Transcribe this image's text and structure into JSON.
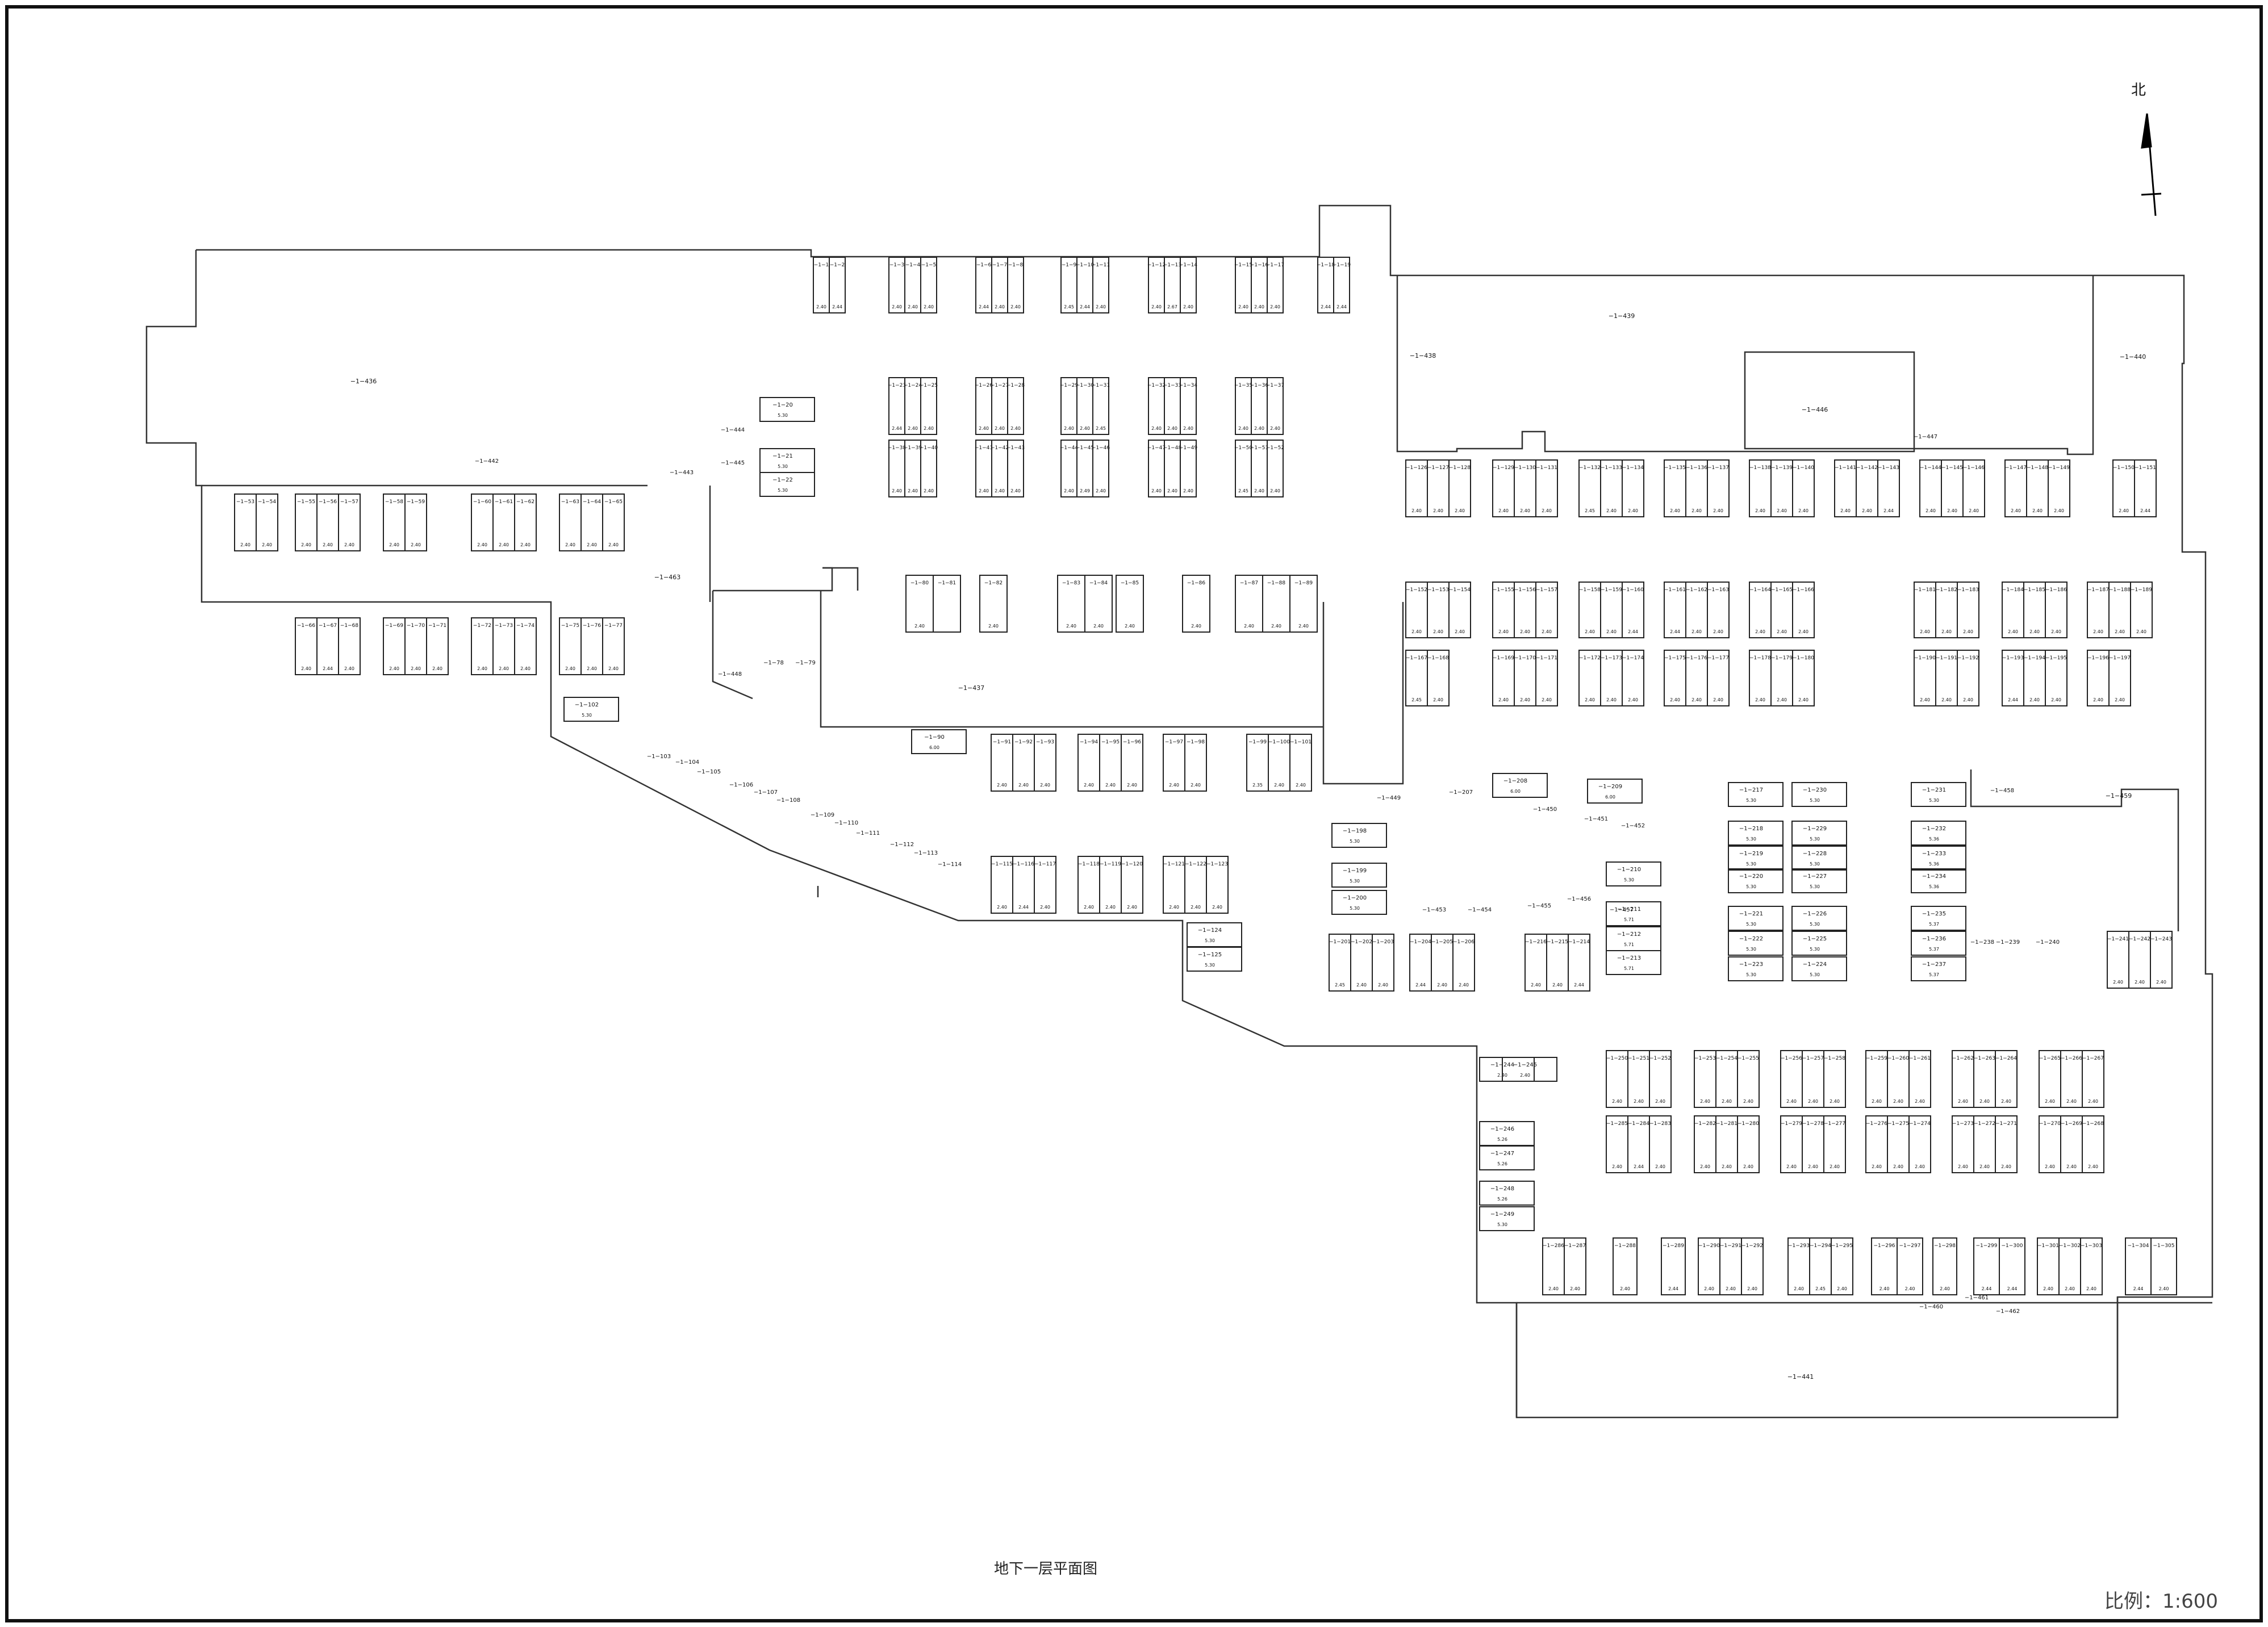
{
  "drawing": {
    "title": "地下一层平面图",
    "scale": "比例：1:600",
    "north": "北"
  },
  "areas": [
    {
      "label": "−1−436",
      "kind": "zone-label"
    },
    {
      "label": "−1−463",
      "kind": "zone-label"
    },
    {
      "label": "−1−437",
      "kind": "zone-label"
    },
    {
      "label": "−1−439",
      "kind": "zone-label"
    },
    {
      "label": "−1−438",
      "kind": "zone-label"
    },
    {
      "label": "−1−440",
      "kind": "zone-label"
    },
    {
      "label": "−1−446",
      "kind": "zone-label"
    },
    {
      "label": "−1−441",
      "kind": "zone-label"
    },
    {
      "label": "−1−459",
      "kind": "zone-label"
    }
  ],
  "groups": [
    {
      "ids": [
        "−1−1",
        "−1−2"
      ],
      "widths": [
        "2.40",
        "2.44"
      ]
    },
    {
      "ids": [
        "−1−3",
        "−1−4",
        "−1−5"
      ],
      "widths": [
        "2.40",
        "2.40",
        "2.40"
      ]
    },
    {
      "ids": [
        "−1−6",
        "−1−7",
        "−1−8"
      ],
      "widths": [
        "2.44",
        "2.40",
        "2.40"
      ]
    },
    {
      "ids": [
        "−1−9",
        "−1−10",
        "−1−11"
      ],
      "widths": [
        "2.45",
        "2.44",
        "2.40"
      ]
    },
    {
      "ids": [
        "−1−12",
        "−1−13",
        "−1−14"
      ],
      "widths": [
        "2.40",
        "2.67",
        "2.40"
      ]
    },
    {
      "ids": [
        "−1−15",
        "−1−16",
        "−1−17"
      ],
      "widths": [
        "2.40",
        "2.40",
        "2.40"
      ]
    },
    {
      "ids": [
        "−1−18",
        "−1−19"
      ],
      "widths": [
        "2.44",
        "2.44"
      ]
    },
    {
      "ids": [
        "−1−23",
        "−1−24",
        "−1−25"
      ],
      "widths": [
        "2.44",
        "2.40",
        "2.40"
      ]
    },
    {
      "ids": [
        "−1−26",
        "−1−27",
        "−1−28"
      ],
      "widths": [
        "2.40",
        "2.40",
        "2.40"
      ]
    },
    {
      "ids": [
        "−1−29",
        "−1−30",
        "−1−31"
      ],
      "widths": [
        "2.40",
        "2.40",
        "2.45"
      ]
    },
    {
      "ids": [
        "−1−32",
        "−1−33",
        "−1−34"
      ],
      "widths": [
        "2.40",
        "2.40",
        "2.40"
      ]
    },
    {
      "ids": [
        "−1−35",
        "−1−36",
        "−1−37"
      ],
      "widths": [
        "2.40",
        "2.40",
        "2.40"
      ]
    },
    {
      "ids": [
        "−1−38",
        "−1−39",
        "−1−40"
      ],
      "widths": [
        "2.40",
        "2.40",
        "2.40"
      ]
    },
    {
      "ids": [
        "−1−41",
        "−1−42",
        "−1−43"
      ],
      "widths": [
        "2.40",
        "2.40",
        "2.40"
      ]
    },
    {
      "ids": [
        "−1−44",
        "−1−45",
        "−1−46"
      ],
      "widths": [
        "2.40",
        "2.49",
        "2.40"
      ]
    },
    {
      "ids": [
        "−1−47",
        "−1−48",
        "−1−49"
      ],
      "widths": [
        "2.40",
        "2.40",
        "2.40"
      ]
    },
    {
      "ids": [
        "−1−50",
        "−1−51",
        "−1−52"
      ],
      "widths": [
        "2.45",
        "2.40",
        "2.40"
      ]
    },
    {
      "ids": [
        "−1−53",
        "−1−54"
      ],
      "widths": [
        "2.40",
        "2.40"
      ]
    },
    {
      "ids": [
        "−1−55",
        "−1−56",
        "−1−57"
      ],
      "widths": [
        "2.40",
        "2.40",
        "2.40"
      ]
    },
    {
      "ids": [
        "−1−58",
        "−1−59"
      ],
      "widths": [
        "2.40",
        "2.40"
      ]
    },
    {
      "ids": [
        "−1−60",
        "−1−61",
        "−1−62"
      ],
      "widths": [
        "2.40",
        "2.40",
        "2.40"
      ]
    },
    {
      "ids": [
        "−1−63",
        "−1−64",
        "−1−65"
      ],
      "widths": [
        "2.40",
        "2.40",
        "2.40"
      ]
    },
    {
      "ids": [
        "−1−66",
        "−1−67",
        "−1−68"
      ],
      "widths": [
        "2.40",
        "2.44",
        "2.40"
      ]
    },
    {
      "ids": [
        "−1−69",
        "−1−70",
        "−1−71"
      ],
      "widths": [
        "2.40",
        "2.40",
        "2.40"
      ]
    },
    {
      "ids": [
        "−1−72",
        "−1−73",
        "−1−74"
      ],
      "widths": [
        "2.40",
        "2.40",
        "2.40"
      ]
    },
    {
      "ids": [
        "−1−75",
        "−1−76",
        "−1−77"
      ],
      "widths": [
        "2.40",
        "2.40",
        "2.40"
      ]
    },
    {
      "ids": [
        "−1−80",
        "−1−81"
      ],
      "widths": [
        "2.40",
        ""
      ]
    },
    {
      "ids": [
        "−1−82"
      ],
      "widths": [
        "2.40"
      ]
    },
    {
      "ids": [
        "−1−83",
        "−1−84"
      ],
      "widths": [
        "2.40",
        "2.40"
      ]
    },
    {
      "ids": [
        "−1−85"
      ],
      "widths": [
        "2.40"
      ]
    },
    {
      "ids": [
        "−1−86"
      ],
      "widths": [
        "2.40"
      ]
    },
    {
      "ids": [
        "−1−87",
        "−1−88",
        "−1−89"
      ],
      "widths": [
        "2.40",
        "2.40",
        "2.40"
      ]
    },
    {
      "ids": [
        "−1−91",
        "−1−92",
        "−1−93"
      ],
      "widths": [
        "2.40",
        "2.40",
        "2.40"
      ]
    },
    {
      "ids": [
        "−1−94",
        "−1−95",
        "−1−96"
      ],
      "widths": [
        "2.40",
        "2.40",
        "2.40"
      ]
    },
    {
      "ids": [
        "−1−97",
        "−1−98"
      ],
      "widths": [
        "2.40",
        "2.40"
      ]
    },
    {
      "ids": [
        "−1−99",
        "−1−100",
        "−1−101"
      ],
      "widths": [
        "2.35",
        "2.40",
        "2.40"
      ]
    },
    {
      "ids": [
        "−1−115",
        "−1−116",
        "−1−117"
      ],
      "widths": [
        "2.40",
        "2.44",
        "2.40"
      ]
    },
    {
      "ids": [
        "−1−118",
        "−1−119",
        "−1−120"
      ],
      "widths": [
        "2.40",
        "2.40",
        "2.40"
      ]
    },
    {
      "ids": [
        "−1−121",
        "−1−122",
        "−1−123"
      ],
      "widths": [
        "2.40",
        "2.40",
        "2.40"
      ]
    },
    {
      "ids": [
        "−1−126",
        "−1−127",
        "−1−128"
      ],
      "widths": [
        "2.40",
        "2.40",
        "2.40"
      ]
    },
    {
      "ids": [
        "−1−129",
        "−1−130",
        "−1−131"
      ],
      "widths": [
        "2.40",
        "2.40",
        "2.40"
      ]
    },
    {
      "ids": [
        "−1−132",
        "−1−133",
        "−1−134"
      ],
      "widths": [
        "2.45",
        "2.40",
        "2.40"
      ]
    },
    {
      "ids": [
        "−1−135",
        "−1−136",
        "−1−137"
      ],
      "widths": [
        "2.40",
        "2.40",
        "2.40"
      ]
    },
    {
      "ids": [
        "−1−138",
        "−1−139",
        "−1−140"
      ],
      "widths": [
        "2.40",
        "2.40",
        "2.40"
      ]
    },
    {
      "ids": [
        "−1−141",
        "−1−142",
        "−1−143"
      ],
      "widths": [
        "2.40",
        "2.40",
        "2.44"
      ]
    },
    {
      "ids": [
        "−1−144",
        "−1−145",
        "−1−146"
      ],
      "widths": [
        "2.40",
        "2.40",
        "2.40"
      ]
    },
    {
      "ids": [
        "−1−147",
        "−1−148",
        "−1−149"
      ],
      "widths": [
        "2.40",
        "2.40",
        "2.40"
      ]
    },
    {
      "ids": [
        "−1−150",
        "−1−151"
      ],
      "widths": [
        "2.40",
        "2.44"
      ]
    },
    {
      "ids": [
        "−1−152",
        "−1−153",
        "−1−154"
      ],
      "widths": [
        "2.40",
        "2.40",
        "2.40"
      ]
    },
    {
      "ids": [
        "−1−155",
        "−1−156",
        "−1−157"
      ],
      "widths": [
        "2.40",
        "2.40",
        "2.40"
      ]
    },
    {
      "ids": [
        "−1−158",
        "−1−159",
        "−1−160"
      ],
      "widths": [
        "2.40",
        "2.40",
        "2.44"
      ]
    },
    {
      "ids": [
        "−1−161",
        "−1−162",
        "−1−163"
      ],
      "widths": [
        "2.44",
        "2.40",
        "2.40"
      ]
    },
    {
      "ids": [
        "−1−164",
        "−1−165",
        "−1−166"
      ],
      "widths": [
        "2.40",
        "2.40",
        "2.40"
      ]
    },
    {
      "ids": [
        "−1−167",
        "−1−168"
      ],
      "widths": [
        "2.45",
        "2.40"
      ]
    },
    {
      "ids": [
        "−1−169",
        "−1−170",
        "−1−171"
      ],
      "widths": [
        "2.40",
        "2.40",
        "2.40"
      ]
    },
    {
      "ids": [
        "−1−172",
        "−1−173",
        "−1−174"
      ],
      "widths": [
        "2.40",
        "2.40",
        "2.40"
      ]
    },
    {
      "ids": [
        "−1−175",
        "−1−176",
        "−1−177"
      ],
      "widths": [
        "2.40",
        "2.40",
        "2.40"
      ]
    },
    {
      "ids": [
        "−1−178",
        "−1−179",
        "−1−180"
      ],
      "widths": [
        "2.40",
        "2.40",
        "2.40"
      ]
    },
    {
      "ids": [
        "−1−181",
        "−1−182",
        "−1−183"
      ],
      "widths": [
        "2.40",
        "2.40",
        "2.40"
      ]
    },
    {
      "ids": [
        "−1−184",
        "−1−185",
        "−1−186"
      ],
      "widths": [
        "2.40",
        "2.40",
        "2.40"
      ]
    },
    {
      "ids": [
        "−1−187",
        "−1−188",
        "−1−189"
      ],
      "widths": [
        "2.40",
        "2.40",
        "2.40"
      ]
    },
    {
      "ids": [
        "−1−190",
        "−1−191",
        "−1−192"
      ],
      "widths": [
        "2.40",
        "2.40",
        "2.40"
      ]
    },
    {
      "ids": [
        "−1−193",
        "−1−194",
        "−1−195"
      ],
      "widths": [
        "2.44",
        "2.40",
        "2.40"
      ]
    },
    {
      "ids": [
        "−1−196",
        "−1−197"
      ],
      "widths": [
        "2.40",
        "2.40"
      ]
    },
    {
      "ids": [
        "−1−201",
        "−1−202",
        "−1−203"
      ],
      "widths": [
        "2.45",
        "2.40",
        "2.40"
      ]
    },
    {
      "ids": [
        "−1−204",
        "−1−205",
        "−1−206"
      ],
      "widths": [
        "2.44",
        "2.40",
        "2.40"
      ]
    },
    {
      "ids": [
        "−1−216",
        "−1−215",
        "−1−214"
      ],
      "widths": [
        "2.40",
        "2.40",
        "2.44"
      ]
    },
    {
      "ids": [
        "−1−241",
        "−1−242",
        "−1−243"
      ],
      "widths": [
        "2.40",
        "2.40",
        "2.40"
      ]
    },
    {
      "ids": [
        "−1−250",
        "−1−251",
        "−1−252"
      ],
      "widths": [
        "2.40",
        "2.40",
        "2.40"
      ]
    },
    {
      "ids": [
        "−1−253",
        "−1−254",
        "−1−255"
      ],
      "widths": [
        "2.40",
        "2.40",
        "2.40"
      ]
    },
    {
      "ids": [
        "−1−256",
        "−1−257",
        "−1−258"
      ],
      "widths": [
        "2.40",
        "2.40",
        "2.40"
      ]
    },
    {
      "ids": [
        "−1−259",
        "−1−260",
        "−1−261"
      ],
      "widths": [
        "2.40",
        "2.40",
        "2.40"
      ]
    },
    {
      "ids": [
        "−1−262",
        "−1−263",
        "−1−264"
      ],
      "widths": [
        "2.40",
        "2.40",
        "2.40"
      ]
    },
    {
      "ids": [
        "−1−265",
        "−1−266",
        "−1−267"
      ],
      "widths": [
        "2.40",
        "2.40",
        "2.40"
      ]
    },
    {
      "ids": [
        "−1−285",
        "−1−284",
        "−1−283"
      ],
      "widths": [
        "2.40",
        "2.44",
        "2.40"
      ]
    },
    {
      "ids": [
        "−1−282",
        "−1−281",
        "−1−280"
      ],
      "widths": [
        "2.40",
        "2.40",
        "2.40"
      ]
    },
    {
      "ids": [
        "−1−279",
        "−1−278",
        "−1−277"
      ],
      "widths": [
        "2.40",
        "2.40",
        "2.40"
      ]
    },
    {
      "ids": [
        "−1−276",
        "−1−275",
        "−1−274"
      ],
      "widths": [
        "2.40",
        "2.40",
        "2.40"
      ]
    },
    {
      "ids": [
        "−1−273",
        "−1−272",
        "−1−271"
      ],
      "widths": [
        "2.40",
        "2.40",
        "2.40"
      ]
    },
    {
      "ids": [
        "−1−270",
        "−1−269",
        "−1−268"
      ],
      "widths": [
        "2.40",
        "2.40",
        "2.40"
      ]
    },
    {
      "ids": [
        "−1−286",
        "−1−287"
      ],
      "widths": [
        "2.40",
        "2.40"
      ]
    },
    {
      "ids": [
        "−1−288"
      ],
      "widths": [
        "2.40"
      ]
    },
    {
      "ids": [
        "−1−289"
      ],
      "widths": [
        "2.44"
      ]
    },
    {
      "ids": [
        "−1−290",
        "−1−291",
        "−1−292"
      ],
      "widths": [
        "2.40",
        "2.40",
        "2.40"
      ]
    },
    {
      "ids": [
        "−1−293",
        "−1−294",
        "−1−295"
      ],
      "widths": [
        "2.40",
        "2.45",
        "2.40"
      ]
    },
    {
      "ids": [
        "−1−296",
        "−1−297"
      ],
      "widths": [
        "2.40",
        "2.40"
      ]
    },
    {
      "ids": [
        "−1−298"
      ],
      "widths": [
        "2.40"
      ]
    },
    {
      "ids": [
        "−1−299",
        "−1−300"
      ],
      "widths": [
        "2.44",
        "2.44"
      ]
    },
    {
      "ids": [
        "−1−301",
        "−1−302",
        "−1−303"
      ],
      "widths": [
        "2.40",
        "2.40",
        "2.40"
      ]
    },
    {
      "ids": [
        "−1−304",
        "−1−305"
      ],
      "widths": [
        "2.44",
        "2.40"
      ]
    }
  ],
  "horizontal_spaces": [
    {
      "id": "−1−20",
      "dim": "5.30"
    },
    {
      "id": "−1−21",
      "dim": "5.30"
    },
    {
      "id": "−1−22",
      "dim": "5.30"
    },
    {
      "id": "−1−90",
      "dim": "6.00"
    },
    {
      "id": "−1−102",
      "dim": "5.30"
    },
    {
      "id": "−1−124",
      "dim": "5.30"
    },
    {
      "id": "−1−125",
      "dim": "5.30"
    },
    {
      "id": "−1−198",
      "dim": "5.30"
    },
    {
      "id": "−1−199",
      "dim": "5.30"
    },
    {
      "id": "−1−200",
      "dim": "5.30"
    },
    {
      "id": "−1−208",
      "dim": "6.00"
    },
    {
      "id": "−1−209",
      "dim": "6.00"
    },
    {
      "id": "−1−210",
      "dim": "5.30"
    },
    {
      "id": "−1−211",
      "dim": "5.71"
    },
    {
      "id": "−1−212",
      "dim": "5.71"
    },
    {
      "id": "−1−213",
      "dim": "5.71"
    },
    {
      "id": "−1−217",
      "dim": "5.30"
    },
    {
      "id": "−1−218",
      "dim": "5.30"
    },
    {
      "id": "−1−219",
      "dim": "5.30"
    },
    {
      "id": "−1−220",
      "dim": "5.30"
    },
    {
      "id": "−1−221",
      "dim": "5.30"
    },
    {
      "id": "−1−222",
      "dim": "5.30"
    },
    {
      "id": "−1−223",
      "dim": "5.30"
    },
    {
      "id": "−1−230",
      "dim": "5.30"
    },
    {
      "id": "−1−229",
      "dim": "5.30"
    },
    {
      "id": "−1−228",
      "dim": "5.30"
    },
    {
      "id": "−1−227",
      "dim": "5.30"
    },
    {
      "id": "−1−226",
      "dim": "5.30"
    },
    {
      "id": "−1−225",
      "dim": "5.30"
    },
    {
      "id": "−1−224",
      "dim": "5.30"
    },
    {
      "id": "−1−231",
      "dim": "5.30"
    },
    {
      "id": "−1−232",
      "dim": "5.36"
    },
    {
      "id": "−1−233",
      "dim": "5.36"
    },
    {
      "id": "−1−234",
      "dim": "5.36"
    },
    {
      "id": "−1−235",
      "dim": "5.37"
    },
    {
      "id": "−1−236",
      "dim": "5.37"
    },
    {
      "id": "−1−237",
      "dim": "5.37"
    },
    {
      "id": "−1−244",
      "dim": "2.40"
    },
    {
      "id": "−1−245",
      "dim": "2.40"
    },
    {
      "id": "−1−246",
      "dim": "5.26"
    },
    {
      "id": "−1−247",
      "dim": "5.26"
    },
    {
      "id": "−1−248",
      "dim": "5.26"
    },
    {
      "id": "−1−249",
      "dim": "5.30"
    }
  ],
  "misc_labels": [
    "−1−78",
    "−1−79",
    "−1−103",
    "−1−104",
    "−1−105",
    "−1−106",
    "−1−107",
    "−1−108",
    "−1−109",
    "−1−110",
    "−1−111",
    "−1−112",
    "−1−113",
    "−1−114",
    "−1−207",
    "−1−238",
    "−1−239",
    "−1−240",
    "−1−442",
    "−1−443",
    "−1−444",
    "−1−445",
    "−1−447",
    "−1−448",
    "−1−449",
    "−1−450",
    "−1−451",
    "−1−452",
    "−1−453",
    "−1−454",
    "−1−455",
    "−1−456",
    "−1−457",
    "−1−458",
    "−1−460",
    "−1−461",
    "−1−462"
  ]
}
